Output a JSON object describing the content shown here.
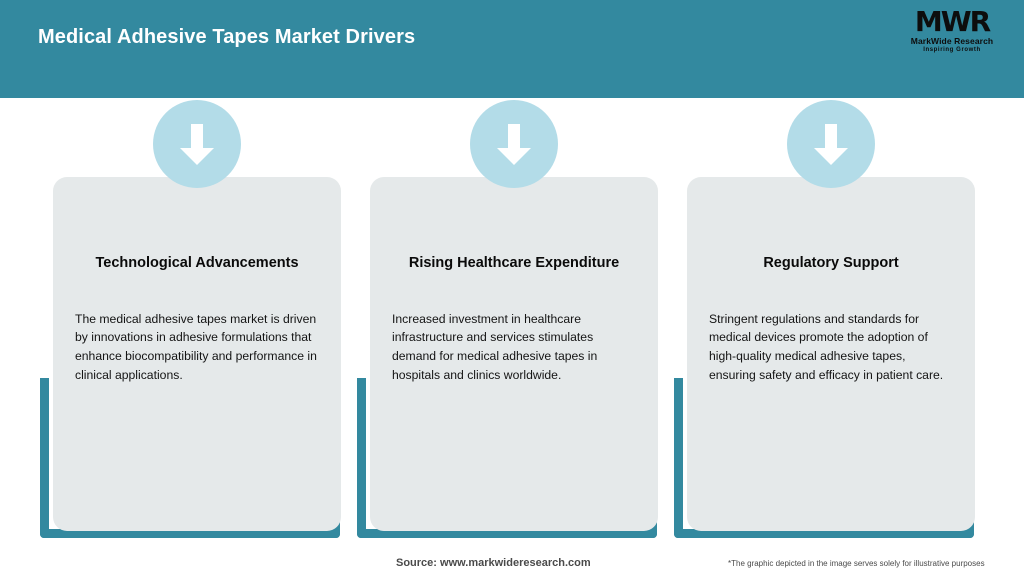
{
  "header": {
    "title": "Medical Adhesive Tapes Market Drivers",
    "background_color": "#33899F",
    "title_color": "#FFFFFF"
  },
  "logo": {
    "mark": "MWR",
    "name": "MarkWide Research",
    "tagline": "Inspiring Growth"
  },
  "theme": {
    "accent_color": "#33899F",
    "icon_circle_color": "#B3DCE8",
    "card_background": "#E5E9EA",
    "arrow_color": "#FFFFFF"
  },
  "cards": [
    {
      "icon": "arrow-down-icon",
      "title": "Technological Advancements",
      "body": "The medical adhesive tapes market is driven by innovations in adhesive formulations that enhance biocompatibility and performance in clinical applications."
    },
    {
      "icon": "arrow-down-icon",
      "title": "Rising Healthcare Expenditure",
      "body": "Increased investment in healthcare infrastructure and services stimulates demand for medical adhesive tapes in hospitals and clinics worldwide."
    },
    {
      "icon": "arrow-down-icon",
      "title": "Regulatory Support",
      "body": "Stringent regulations and standards for medical devices promote the adoption of high-quality medical adhesive tapes, ensuring safety and efficacy in patient care."
    }
  ],
  "footer": {
    "source": "Source: www.markwideresearch.com",
    "disclaimer": "*The graphic depicted in the image serves solely for illustrative purposes"
  }
}
